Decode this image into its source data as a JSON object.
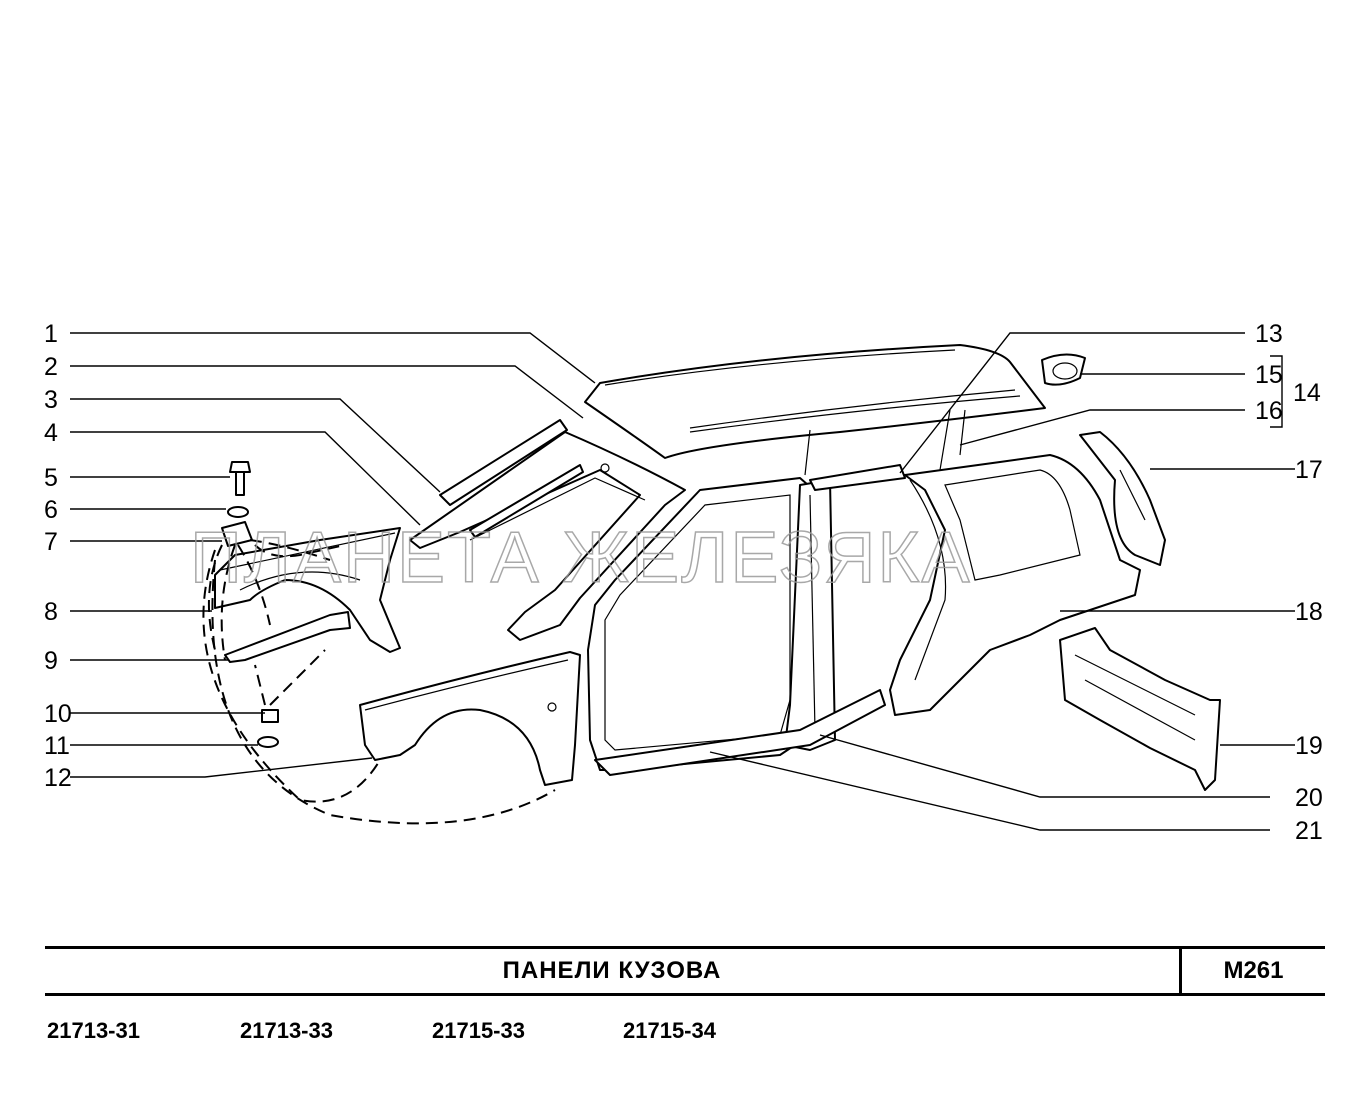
{
  "watermark": "ПЛАНЕТА ЖЕЛЕЗЯКА",
  "title": "ПАНЕЛИ   КУЗОВА",
  "code": "M261",
  "models": [
    "21713-31",
    "21713-33",
    "21715-33",
    "21715-34"
  ],
  "callouts": {
    "c1": "1",
    "c2": "2",
    "c3": "3",
    "c4": "4",
    "c5": "5",
    "c6": "6",
    "c7": "7",
    "c8": "8",
    "c9": "9",
    "c10": "10",
    "c11": "11",
    "c12": "12",
    "c13": "13",
    "c14": "14",
    "c15": "15",
    "c16": "16",
    "c17": "17",
    "c18": "18",
    "c19": "19",
    "c20": "20",
    "c21": "21"
  }
}
